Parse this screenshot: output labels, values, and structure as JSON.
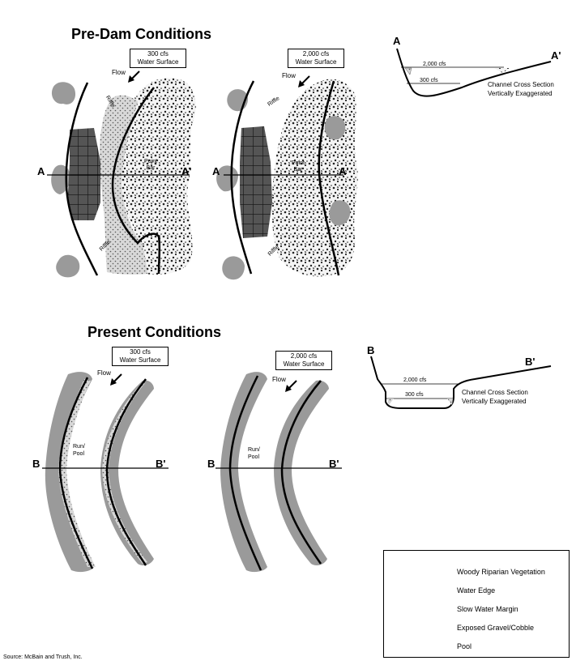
{
  "pre_dam": {
    "title": "Pre-Dam Conditions",
    "panel_300": {
      "box_line1": "300 cfs",
      "box_line2": "Water Surface",
      "flow": "Flow",
      "riffle_top": "Riffle",
      "riffle_bottom": "Riffle",
      "point_bar": "Point Bar",
      "a": "A",
      "a_prime": "A'"
    },
    "panel_2000": {
      "box_line1": "2,000 cfs",
      "box_line2": "Water Surface",
      "flow": "Flow",
      "riffle_top": "Riffle",
      "riffle_bottom": "Riffle",
      "point_bar": "Point Bar",
      "a": "A",
      "a_prime": "A'"
    },
    "cross_section": {
      "a": "A",
      "a_prime": "A'",
      "q_high": "2,000 cfs",
      "q_low": "300 cfs",
      "caption_line1": "Channel Cross Section",
      "caption_line2": "Vertically Exaggerated"
    }
  },
  "present": {
    "title": "Present Conditions",
    "panel_300": {
      "box_line1": "300 cfs",
      "box_line2": "Water Surface",
      "flow": "Flow",
      "run_pool_line1": "Run/",
      "run_pool_line2": "Pool",
      "b": "B",
      "b_prime": "B'"
    },
    "panel_2000": {
      "box_line1": "2,000 cfs",
      "box_line2": "Water Surface",
      "flow": "Flow",
      "run_pool_line1": "Run/",
      "run_pool_line2": "Pool",
      "b": "B",
      "b_prime": "B'"
    },
    "cross_section": {
      "b": "B",
      "b_prime": "B'",
      "q_high": "2,000 cfs",
      "q_low": "300 cfs",
      "caption_line1": "Channel Cross Section",
      "caption_line2": "Vertically Exaggerated"
    }
  },
  "legend": {
    "items": [
      {
        "label": "Woody Riparian Vegetation",
        "icon": "vegetation-blob"
      },
      {
        "label": "Water Edge",
        "icon": "thick-line"
      },
      {
        "label": "Slow Water Margin",
        "icon": "dotted-pattern"
      },
      {
        "label": "Exposed Gravel/Cobble",
        "icon": "gravel-pattern"
      },
      {
        "label": "Pool",
        "icon": "grid-dark"
      }
    ]
  },
  "source": "Source: McBain and Trush, Inc."
}
